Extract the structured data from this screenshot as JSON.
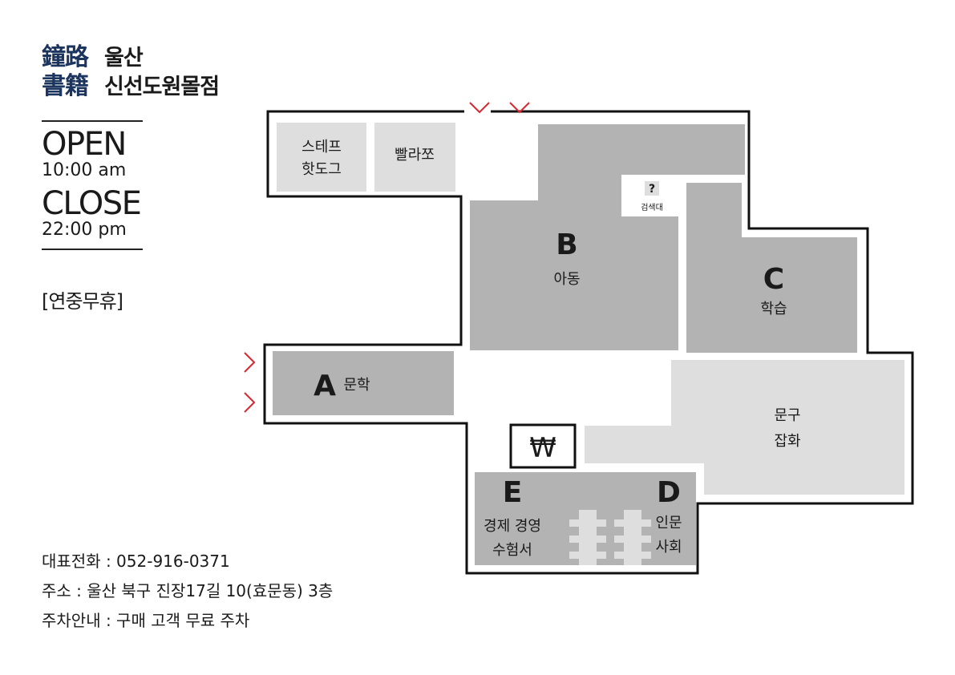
{
  "store": {
    "logo_line1_hanja": "鐘路",
    "logo_line1_name": "울산",
    "logo_line2_hanja": "書籍",
    "logo_line2_name": "신선도원몰점"
  },
  "hours": {
    "open_label": "OPEN",
    "open_time": "10:00 am",
    "close_label": "CLOSE",
    "close_time": "22:00 pm",
    "holiday": "[연중무휴]"
  },
  "info": {
    "phone": "대표전화 : 052-916-0371",
    "address": "주소 : 울산 북구 진장17길 10(효문동) 3층",
    "parking": "주차안내 : 구매 고객 무료 주차"
  },
  "map": {
    "zone_a_letter": "A",
    "zone_a_name": "문학",
    "zone_b_letter": "B",
    "zone_b_name": "아동",
    "zone_c_letter": "C",
    "zone_c_name": "학습",
    "zone_d_letter": "D",
    "zone_d_name_1": "인문",
    "zone_d_name_2": "사회",
    "zone_e_letter": "E",
    "zone_e_name_1": "경제 경영",
    "zone_e_name_2": "수험서",
    "stationery_1": "문구",
    "stationery_2": "잡화",
    "shop1_line1": "스테프",
    "shop1_line2": "핫도그",
    "shop2": "빨라쪼",
    "search_symbol": "?",
    "search_label": "검색대",
    "cashier_symbol": "₩"
  },
  "colors": {
    "zone_dark": "#b3b3b3",
    "zone_light": "#dedede",
    "outline": "#111111",
    "arrow": "#d7272f",
    "logo_blue": "#1b355e"
  },
  "icons": [
    "entrance-arrow-icon",
    "won-sign-icon",
    "question-icon",
    "bookshelf-icon"
  ]
}
